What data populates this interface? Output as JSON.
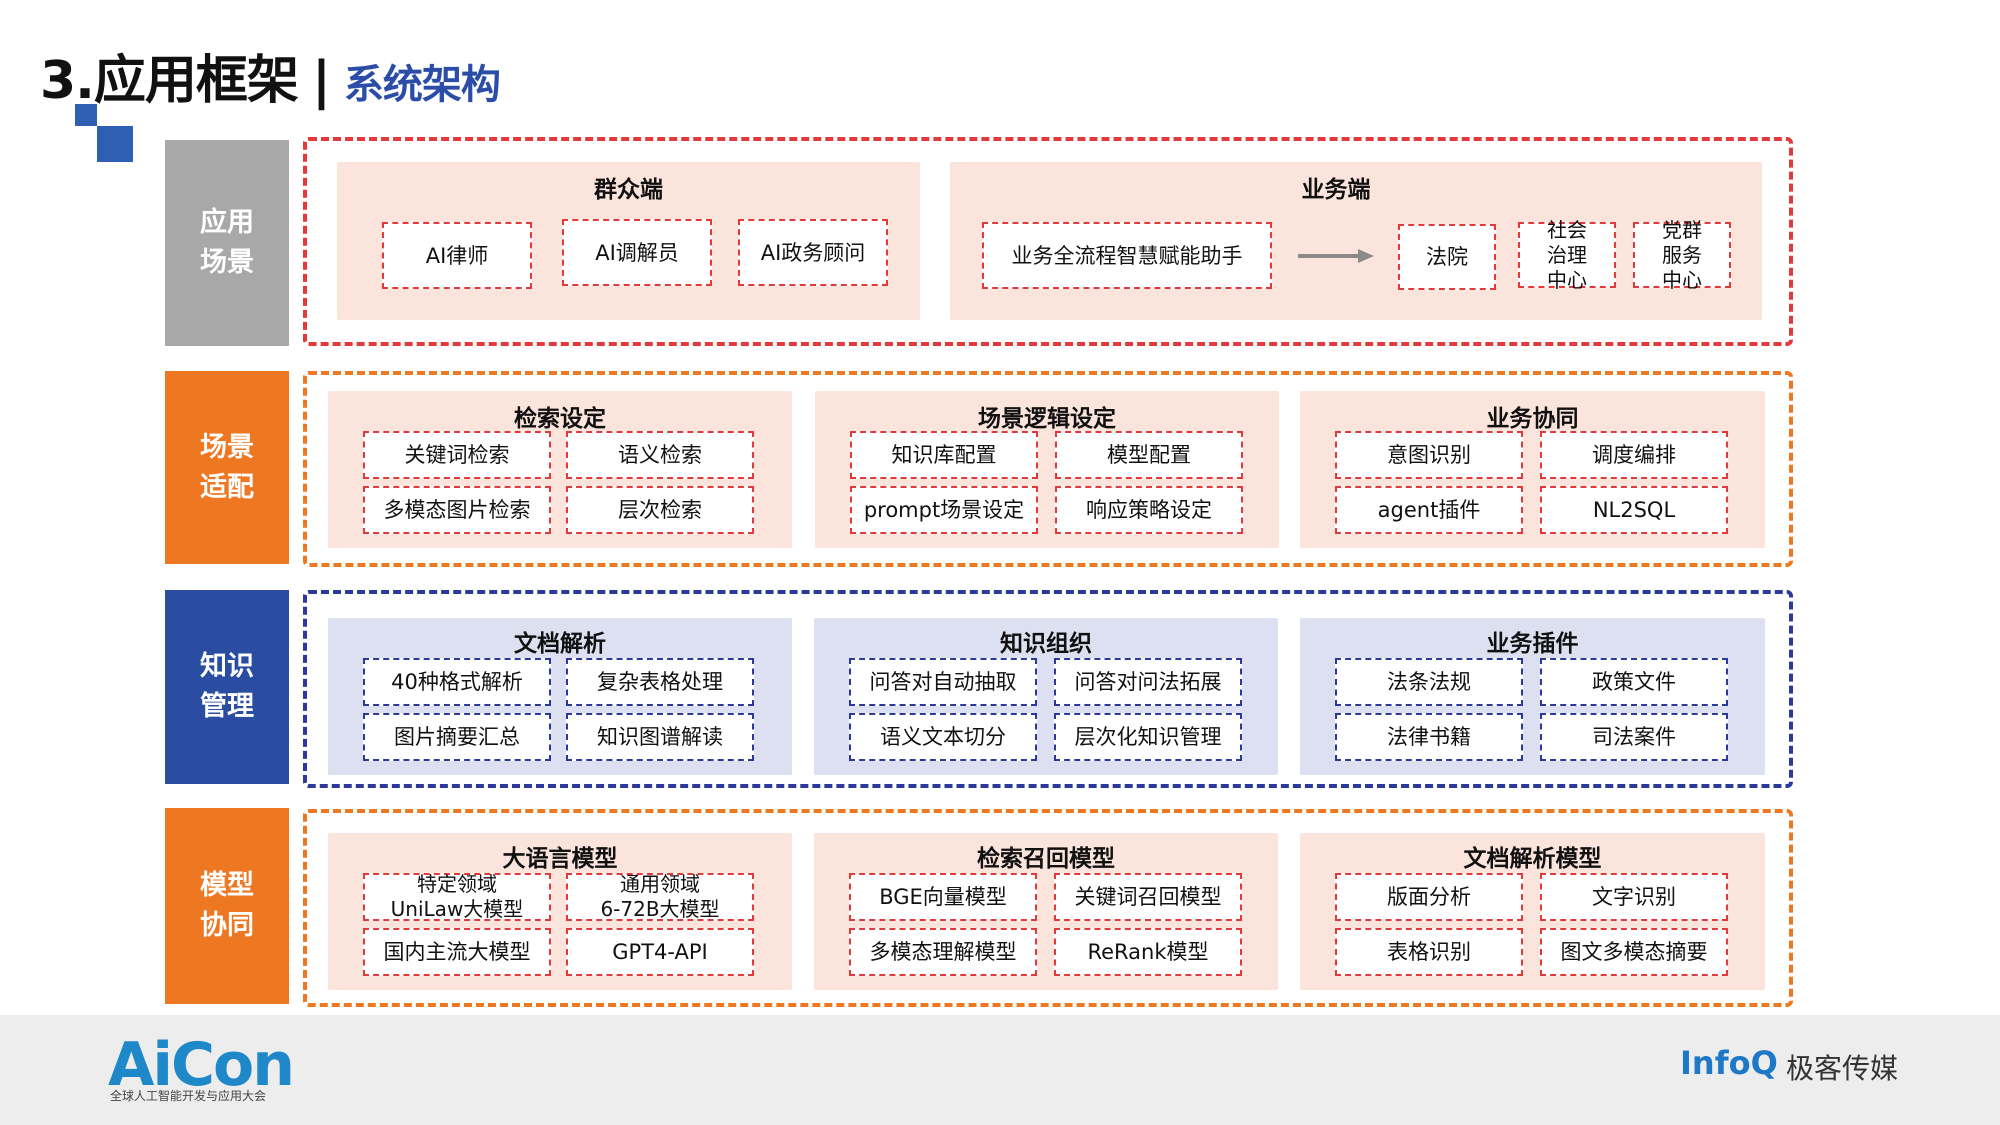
{
  "title": {
    "main": "3.应用框架",
    "separator": "|",
    "sub": "系统架构"
  },
  "layers": [
    {
      "label": "应用场景",
      "color": "#a8a8a8"
    },
    {
      "label": "场景适配",
      "color": "#ee7722"
    },
    {
      "label": "知识管理",
      "color": "#2a4da1"
    },
    {
      "label": "模型协同",
      "color": "#ee7722"
    }
  ],
  "app_scene": {
    "public": {
      "title": "群众端",
      "items": [
        "AI律师",
        "AI调解员",
        "AI政务顾问"
      ]
    },
    "business": {
      "title": "业务端",
      "assistant": "业务全流程智慧赋能助手",
      "arrow_icon": "arrow-right-icon",
      "targets": [
        "法院",
        "社会\n治理\n中心",
        "党群\n服务\n中心"
      ]
    }
  },
  "scene_adapt": [
    {
      "title": "检索设定",
      "items": [
        "关键词检索",
        "语义检索",
        "多模态图片检索",
        "层次检索"
      ]
    },
    {
      "title": "场景逻辑设定",
      "items": [
        "知识库配置",
        "模型配置",
        "prompt场景设定",
        "响应策略设定"
      ]
    },
    {
      "title": "业务协同",
      "items": [
        "意图识别",
        "调度编排",
        "agent插件",
        "NL2SQL"
      ]
    }
  ],
  "knowledge": [
    {
      "title": "文档解析",
      "items": [
        "40种格式解析",
        "复杂表格处理",
        "图片摘要汇总",
        "知识图谱解读"
      ]
    },
    {
      "title": "知识组织",
      "items": [
        "问答对自动抽取",
        "问答对问法拓展",
        "语义文本切分",
        "层次化知识管理"
      ]
    },
    {
      "title": "业务插件",
      "items": [
        "法条法规",
        "政策文件",
        "法律书籍",
        "司法案件"
      ]
    }
  ],
  "model": [
    {
      "title": "大语言模型",
      "items": [
        "特定领域\nUniLaw大模型",
        "通用领域\n6-72B大模型",
        "国内主流大模型",
        "GPT4-API"
      ]
    },
    {
      "title": "检索召回模型",
      "items": [
        "BGE向量模型",
        "关键词召回模型",
        "多模态理解模型",
        "ReRank模型"
      ]
    },
    {
      "title": "文档解析模型",
      "items": [
        "版面分析",
        "文字识别",
        "表格识别",
        "图文多模态摘要"
      ]
    }
  ],
  "footer": {
    "aicon": "AiCon",
    "aicon_sub": "全球人工智能开发与应用大会",
    "infoq": "InfoQ",
    "jike": "极客传媒"
  },
  "colors": {
    "red_dash": "#e2393b",
    "orange_dash": "#ee7722",
    "blue_dash": "#2b3a9a",
    "pink_panel": "#fbe4dc",
    "blue_panel": "#dde0f0"
  }
}
